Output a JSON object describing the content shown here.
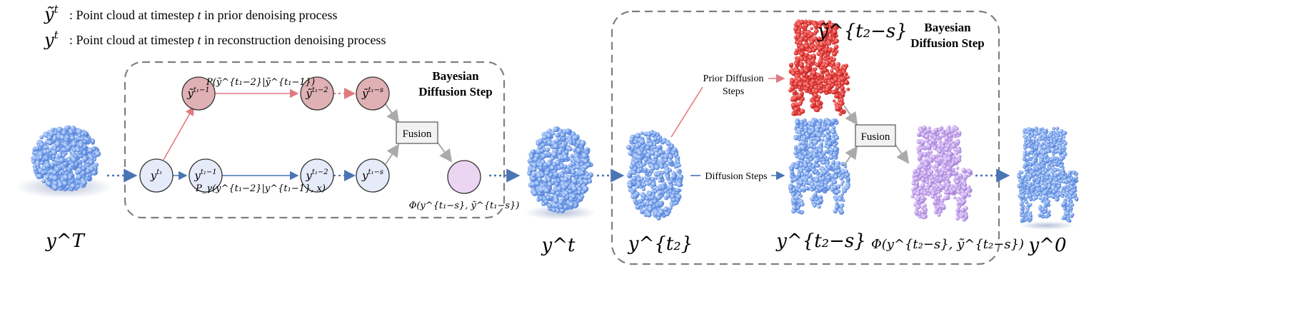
{
  "legend": {
    "prior": {
      "symbol": "ỹ",
      "sup": "t",
      "desc_pre": ": Point cloud at timestep ",
      "desc_var": "t",
      "desc_post": " in prior denoising process"
    },
    "recon": {
      "symbol": "y",
      "sup": "t",
      "desc_pre": ": Point cloud at timestep ",
      "desc_var": "t",
      "desc_post": " in reconstruction denoising process"
    }
  },
  "left_box": {
    "title_line1": "Bayesian",
    "title_line2": "Diffusion Step",
    "fusion_label": "Fusion",
    "prior_nodes": [
      {
        "base": "ỹ",
        "sup": "t₁−1"
      },
      {
        "base": "ỹ",
        "sup": "t₁−2"
      },
      {
        "base": "ỹ",
        "sup": "t₁−s"
      }
    ],
    "recon_nodes": [
      {
        "base": "y",
        "sup": "t₁"
      },
      {
        "base": "y",
        "sup": "t₁−1"
      },
      {
        "base": "y",
        "sup": "t₁−2"
      },
      {
        "base": "y",
        "sup": "t₁−s"
      }
    ],
    "prior_transition": "P(ỹ^{t₁−2}|ỹ^{t₁−1})",
    "recon_transition": "P_γ(y^{t₁−2}|y^{t₁−1}, x)",
    "fused_label": "Φ(y^{t₁−s}, ỹ^{t₁−s})"
  },
  "right_box": {
    "title_line1": "Bayesian",
    "title_line2": "Diffusion Step",
    "fusion_label": "Fusion",
    "prior_steps_line1": "Prior Diffusion",
    "prior_steps_line2": "Steps",
    "diffusion_steps": "Diffusion Steps",
    "prior_cloud_label": "ỹ^{t₂−s}",
    "recon_cloud_label": "y^{t₂−s}",
    "start_cloud_label": "y^{t₂}",
    "fused_label": "Φ(y^{t₂−s}, ỹ^{t₂−s})"
  },
  "bottom_labels": {
    "noise": "y^T",
    "middle": "y^t",
    "final": "y^0"
  },
  "colors": {
    "prior_node_fill": "#dfb0b4",
    "recon_node_fill": "#e6ebfa",
    "fused_node_fill": "#ecd5f2",
    "prior_arrow": "#e07a80",
    "recon_arrow": "#4a74b4",
    "gray_arrow": "#aaaaaa",
    "box_dash": "#7f7f7f",
    "blue_cloud": "#7ea8ee",
    "red_cloud": "#e8403d",
    "purple_cloud": "#c9a9ee"
  }
}
